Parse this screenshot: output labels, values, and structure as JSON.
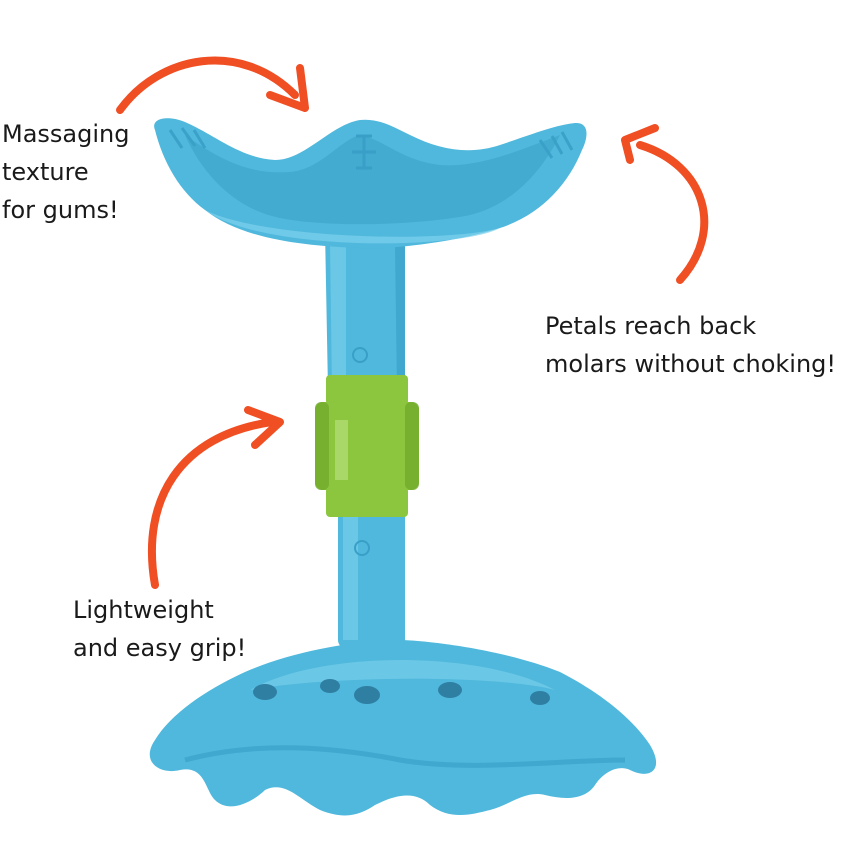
{
  "colors": {
    "toy_body": "#4fb8dc",
    "toy_body_dark": "#3a9fc7",
    "toy_body_light": "#7dd0ec",
    "grip_ring": "#8cc63f",
    "grip_ring_dark": "#6fa82a",
    "arrow": "#f04e23",
    "text": "#1a1a1a",
    "background": "#ffffff"
  },
  "callouts": {
    "gums": {
      "lines": [
        "Massaging",
        "texture",
        "for gums!"
      ]
    },
    "petals": {
      "lines": [
        "Petals reach back",
        "molars without choking!"
      ]
    },
    "grip": {
      "lines": [
        "Lightweight",
        "and easy grip!"
      ]
    }
  }
}
